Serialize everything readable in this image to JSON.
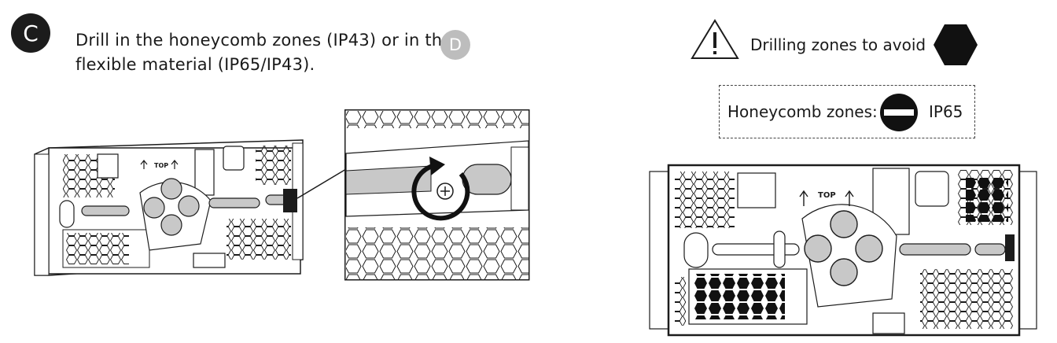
{
  "step": {
    "letter": "C",
    "next_letter": "D"
  },
  "instruction": {
    "line1": "Drill in the honeycomb zones (IP43) or in the",
    "line2": "flexible material (IP65/IP43)."
  },
  "warning": {
    "icon": "warning-triangle-icon",
    "label": "Drilling zones to avoid",
    "symbol": "black-hexagon-icon"
  },
  "legend": {
    "label": "Honeycomb zones:",
    "symbol": "no-entry-icon",
    "ip": "IP65"
  },
  "device_labels": {
    "top": "TOP"
  },
  "colors": {
    "ink": "#1c1c1c",
    "badge_next": "#bdbdbd",
    "fill_gray": "#c8c8c8"
  }
}
